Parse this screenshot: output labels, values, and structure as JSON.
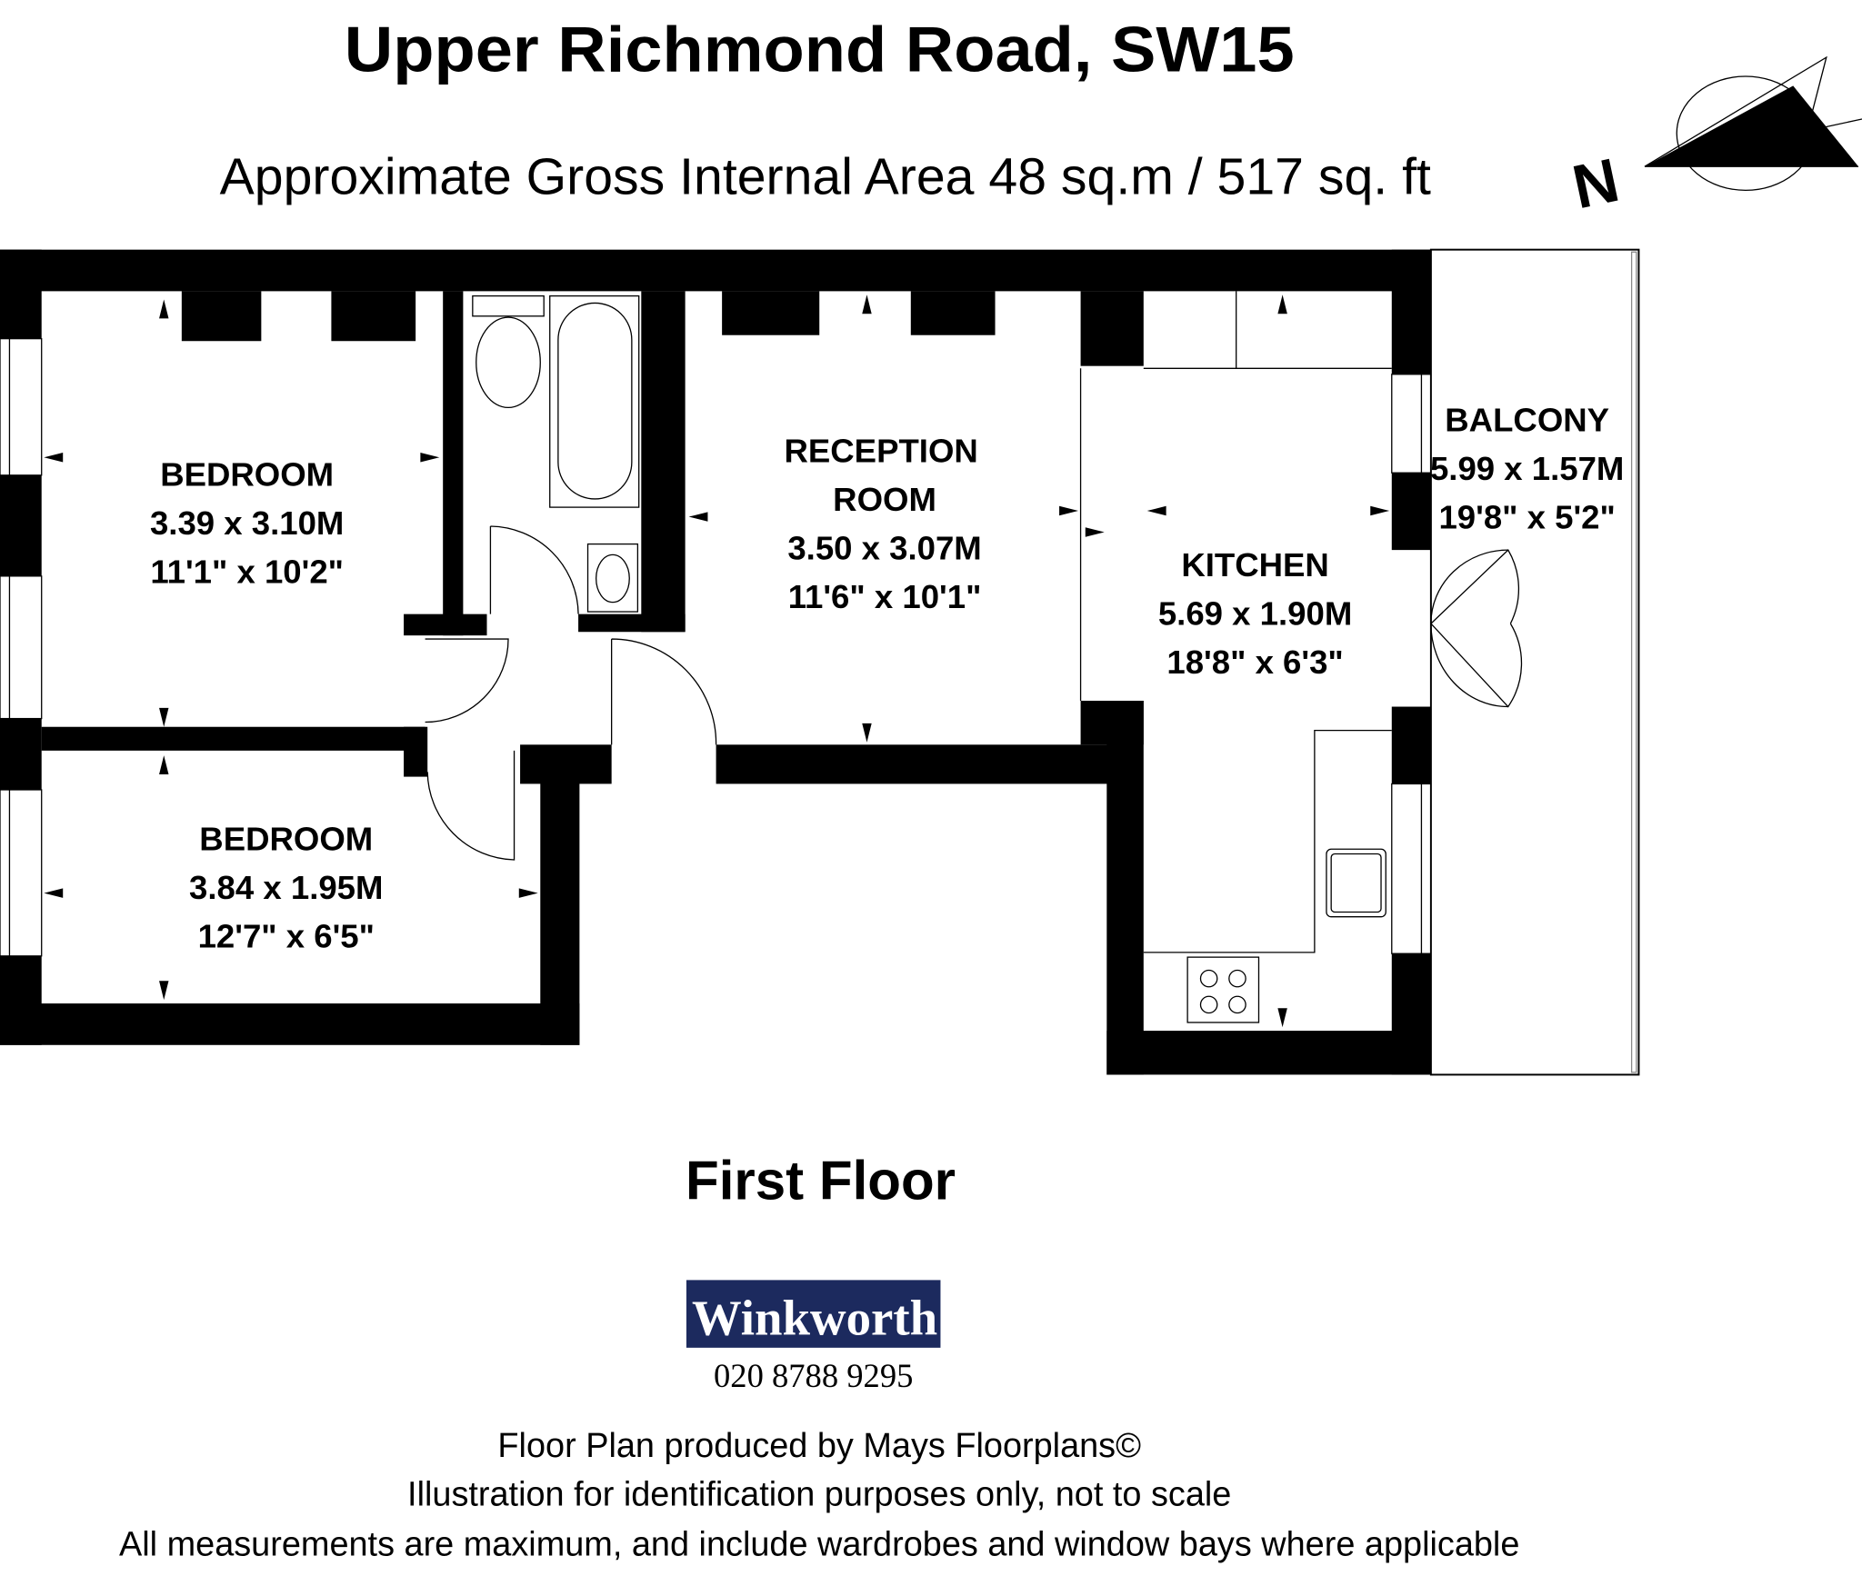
{
  "header": {
    "title": "Upper Richmond Road, SW15",
    "subtitle": "Approximate Gross Internal Area 48 sq.m  /  517 sq. ft"
  },
  "compass": {
    "label": "N"
  },
  "rooms": [
    {
      "name": "BEDROOM",
      "metric": "3.39 x 3.10M",
      "imperial": "11'1\" x 10'2\""
    },
    {
      "name": "BEDROOM",
      "metric": "3.84 x 1.95M",
      "imperial": "12'7\" x 6'5\""
    },
    {
      "name_line1": "RECEPTION",
      "name_line2": "ROOM",
      "metric": "3.50 x 3.07M",
      "imperial": "11'6\" x 10'1\""
    },
    {
      "name": "KITCHEN",
      "metric": "5.69 x 1.90M",
      "imperial": "18'8\" x 6'3\""
    },
    {
      "name": "BALCONY",
      "metric": "5.99 x 1.57M",
      "imperial": "19'8\" x 5'2\""
    }
  ],
  "floor_label": "First Floor",
  "agent": {
    "name": "Winkworth",
    "phone": "020 8788 9295",
    "brand_color": "#1c2a5e"
  },
  "footer": {
    "line1": "Floor Plan produced by Mays Floorplans©",
    "line2": "Illustration for identification purposes only, not to scale",
    "line3": "All measurements are maximum, and include wardrobes and window bays where applicable"
  }
}
